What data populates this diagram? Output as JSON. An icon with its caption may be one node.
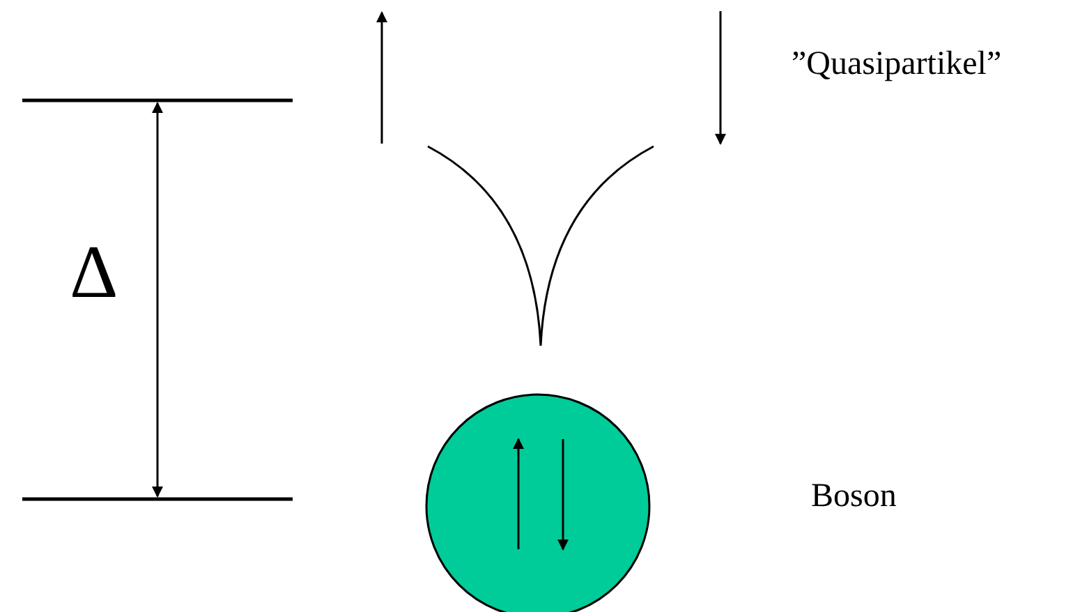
{
  "diagram": {
    "nodes": [
      {
        "text": [],
        "shape": "circle"
      }
    ],
    "labels": [
      "”Quasipartikel”",
      "Δ",
      "Boson"
    ]
  }
}
